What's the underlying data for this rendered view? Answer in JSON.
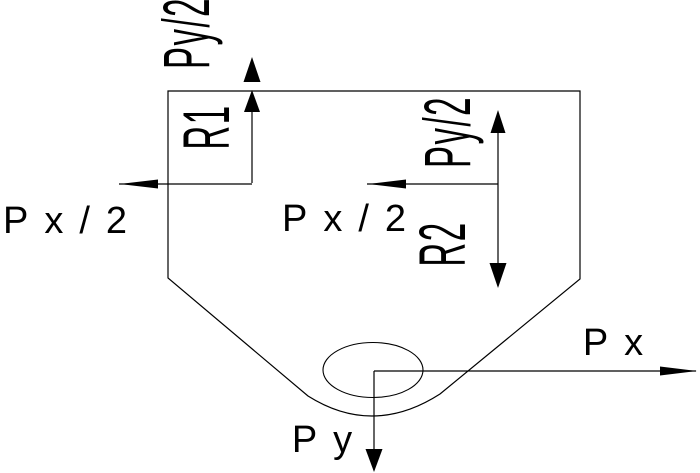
{
  "diagram": {
    "background": "#ffffff",
    "line_color": "#000000",
    "labels": {
      "py_half_top": "Py/2",
      "r1": "R1",
      "px_half_left": "Px/2",
      "px_half_mid": "Px/2",
      "py_half_mid": "Py/2",
      "r2": "R2",
      "px": "Px",
      "py": "Py"
    }
  }
}
